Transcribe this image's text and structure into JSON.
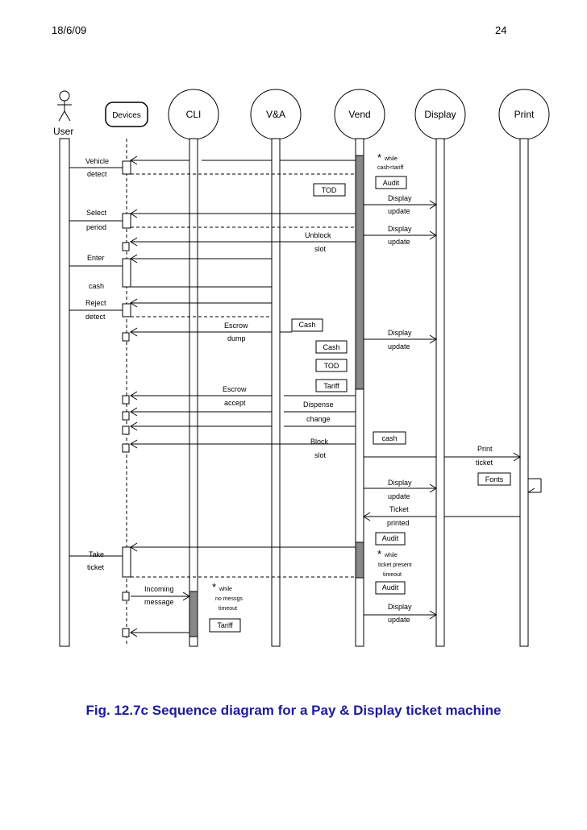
{
  "header": {
    "date": "18/6/09",
    "page": "24"
  },
  "lifelines": {
    "user": "User",
    "devices": "Devices",
    "cli": "CLI",
    "va": "V&A",
    "vend": "Vend",
    "display": "Display",
    "print": "Print"
  },
  "messages": {
    "vehicle": "Vehicle",
    "vehicle_detect": "detect",
    "while_tariff_1": "while",
    "while_tariff_2": "cash<tariff",
    "audit_1": "Audit",
    "tod_1": "TOD",
    "display_1": "Display",
    "update_1": "update",
    "select": "Select",
    "period": "period",
    "display_2": "Display",
    "update_2": "update",
    "unblock": "Unblock",
    "unblock_slot": "slot",
    "enter": "Enter",
    "enter_cash": "cash",
    "reject": "Reject",
    "reject_detect": "detect",
    "cash_box_1": "Cash",
    "escrow_1": "Escrow",
    "dump": "dump",
    "display_3": "Display",
    "cash_box_2": "Cash",
    "update_3": "update",
    "tod_2": "TOD",
    "tariff_1": "Tariff",
    "escrow_2": "Escrow",
    "accept": "accept",
    "dispense": "Dispense",
    "change": "change",
    "cash_box_3": "cash",
    "block": "Block",
    "block_slot": "slot",
    "print": "Print",
    "ticket": "ticket",
    "fonts": "Fonts",
    "display_4": "Display",
    "update_4": "update",
    "ticket_2": "Ticket",
    "printed": "printed",
    "audit_2": "Audit",
    "take": "Take",
    "take_ticket": "ticket",
    "while_present_1": "while",
    "while_present_2": "ticket present",
    "while_present_3": "timeout",
    "audit_3": "Audit",
    "incoming": "Incoming",
    "message": "message",
    "while_msg_1": "while",
    "while_msg_2": "no messgs",
    "while_msg_3": "timeout",
    "display_5": "Display",
    "update_5": "update",
    "tariff_2": "Tariff"
  },
  "symbols": {
    "star": "*"
  },
  "caption": "Fig. 12.7c Sequence diagram for a Pay & Display ticket machine"
}
